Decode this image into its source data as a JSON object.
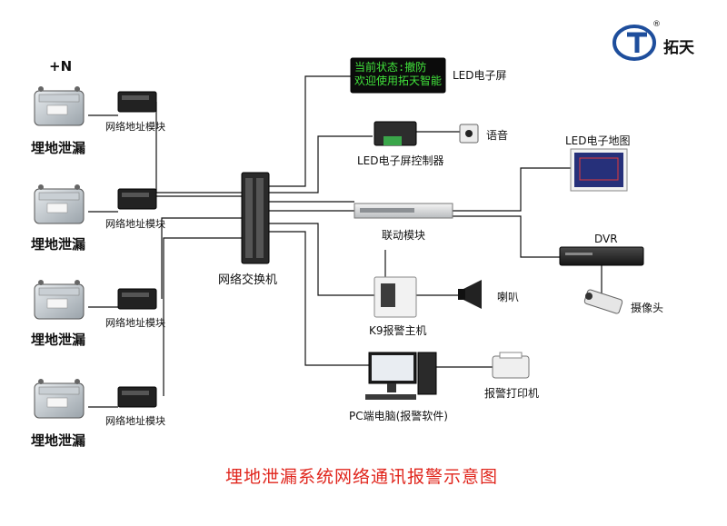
{
  "brand": {
    "name": "拓天",
    "mark": "®",
    "logo_color": "#1e4e9c"
  },
  "detectors": {
    "count_label": "+N",
    "items": [
      {
        "label": "埋地泄漏",
        "module_label": "网络地址模块"
      },
      {
        "label": "埋地泄漏",
        "module_label": "网络地址模块"
      },
      {
        "label": "埋地泄漏",
        "module_label": "网络地址模块"
      },
      {
        "label": "埋地泄漏",
        "module_label": "网络地址模块"
      }
    ]
  },
  "switch": {
    "label": "网络交换机"
  },
  "led_screen": {
    "label": "LED电子屏",
    "display_line1": "当前状态:撤防",
    "display_line2": "欢迎使用拓天智能"
  },
  "led_controller": {
    "label": "LED电子屏控制器"
  },
  "voice": {
    "label": "语音"
  },
  "led_map": {
    "label": "LED电子地图"
  },
  "linkage_module": {
    "label": "联动模块"
  },
  "dvr": {
    "label": "DVR"
  },
  "camera": {
    "label": "摄像头"
  },
  "alarm_host": {
    "label": "K9报警主机"
  },
  "speaker": {
    "label": "喇叭"
  },
  "printer": {
    "label": "报警打印机"
  },
  "pc": {
    "label": "PC端电脑(报警软件)"
  },
  "footer": {
    "title": "埋地泄漏系统网络通讯报警示意图"
  },
  "colors": {
    "title": "#e0241b",
    "led_text": "#41e23b",
    "line": "#111111"
  }
}
